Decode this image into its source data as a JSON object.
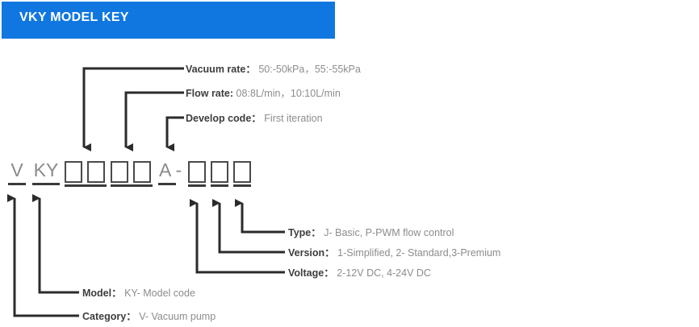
{
  "header": {
    "title": "VKY MODEL KEY",
    "bg_color": "#1177E0",
    "text_color": "#ffffff"
  },
  "model_code": {
    "tokens": [
      {
        "id": "category",
        "text": "V",
        "type": "text"
      },
      {
        "id": "model",
        "text": "KY",
        "type": "text"
      },
      {
        "id": "vacuum-rate",
        "text": "",
        "type": "boxes",
        "count": 2
      },
      {
        "id": "flow-rate",
        "text": "",
        "type": "boxes",
        "count": 2
      },
      {
        "id": "develop-code",
        "text": "A -",
        "type": "text"
      },
      {
        "id": "suffix",
        "text": "",
        "type": "boxes",
        "count": 3
      }
    ]
  },
  "annotations": {
    "vacuum_rate": {
      "label": "Vacuum rate",
      "sep": "：",
      "value": "50:-50kPa，55:-55kPa"
    },
    "flow_rate": {
      "label": "Flow rate",
      "sep": ":",
      "value": "08:8L/min，10:10L/min"
    },
    "develop_code": {
      "label": "Develop code",
      "sep": "：",
      "value": "First iteration"
    },
    "type": {
      "label": "Type",
      "sep": "：",
      "value": "J- Basic, P-PWM flow control"
    },
    "version": {
      "label": "Version",
      "sep": "：",
      "value": "1-Simplified, 2- Standard,3-Premium"
    },
    "voltage": {
      "label": "Voltage",
      "sep": "：",
      "value": "2-12V DC, 4-24V DC"
    },
    "model": {
      "label": "Model",
      "sep": "：",
      "value": "KY- Model code"
    },
    "category": {
      "label": "Category",
      "sep": "：",
      "value": "V- Vacuum pump"
    }
  },
  "colors": {
    "accent": "#1177E0",
    "line": "#2b2b2b",
    "label_text": "#3d3d3d",
    "value_text": "#8c8c8c",
    "code_glyph": "#8a8a8a"
  }
}
